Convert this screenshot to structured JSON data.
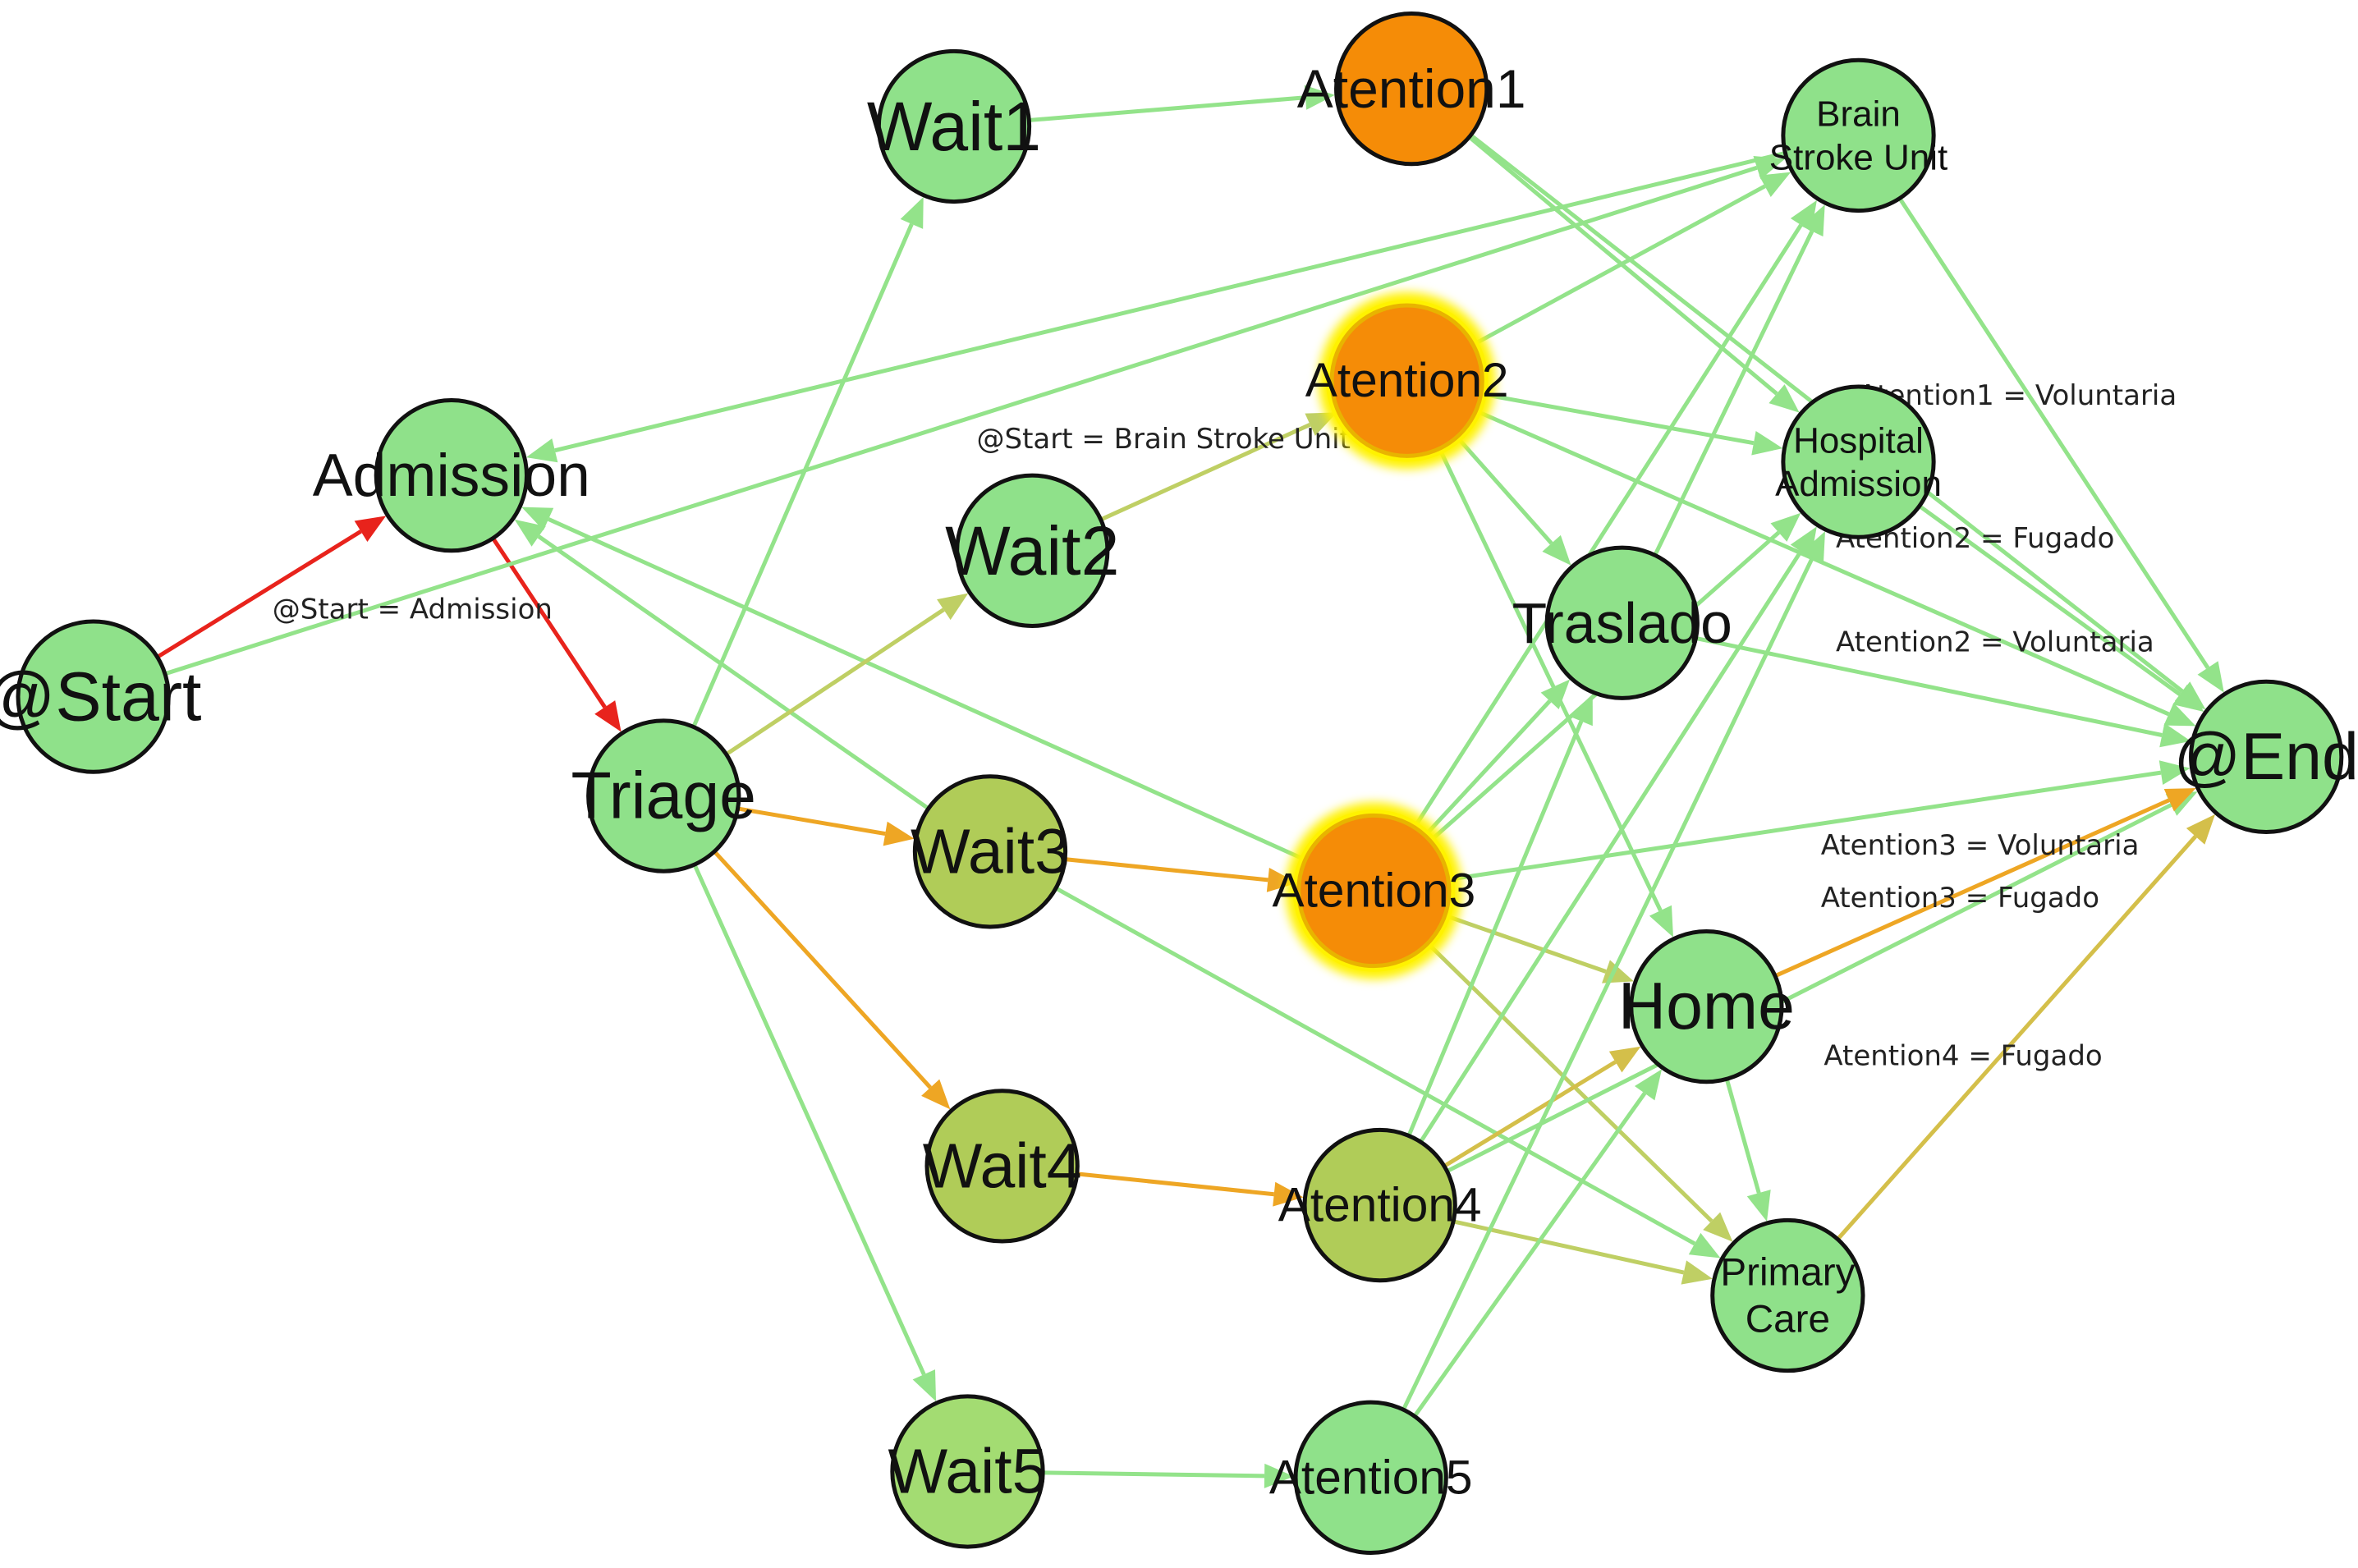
{
  "colors": {
    "node_light": "#8fe18a",
    "node_olive": "#b0cc58",
    "node_mid": "#a3dc72",
    "node_orange": "#f58c07",
    "highlight": "#fff200",
    "node_stroke": "#111111",
    "edge_green": "#93e38a",
    "edge_olive": "#bfcf64",
    "edge_orange": "#eea624",
    "edge_gold": "#d4bf4a",
    "edge_red": "#e8231c"
  },
  "nodes": [
    {
      "id": "start",
      "label": "@Start",
      "fill": "node_light"
    },
    {
      "id": "admission",
      "label": "Admission",
      "fill": "node_light"
    },
    {
      "id": "triage",
      "label": "Triage",
      "fill": "node_light"
    },
    {
      "id": "wait1",
      "label": "Wait1",
      "fill": "node_light"
    },
    {
      "id": "wait2",
      "label": "Wait2",
      "fill": "node_light"
    },
    {
      "id": "wait3",
      "label": "Wait3",
      "fill": "node_olive"
    },
    {
      "id": "wait4",
      "label": "Wait4",
      "fill": "node_olive"
    },
    {
      "id": "wait5",
      "label": "Wait5",
      "fill": "node_mid"
    },
    {
      "id": "atention1",
      "label": "Atention1",
      "fill": "node_orange"
    },
    {
      "id": "atention2",
      "label": "Atention2",
      "fill": "node_orange",
      "highlight": true
    },
    {
      "id": "atention3",
      "label": "Atention3",
      "fill": "node_orange",
      "highlight": true
    },
    {
      "id": "atention4",
      "label": "Atention4",
      "fill": "node_olive"
    },
    {
      "id": "atention5",
      "label": "Atention5",
      "fill": "node_light"
    },
    {
      "id": "brain",
      "label": "Brain Stroke Unit",
      "fill": "node_light"
    },
    {
      "id": "hospital",
      "label": "Hospital Admission",
      "fill": "node_light"
    },
    {
      "id": "traslado",
      "label": "Traslado",
      "fill": "node_light"
    },
    {
      "id": "home",
      "label": "Home",
      "fill": "node_light"
    },
    {
      "id": "primary",
      "label": "Primary Care",
      "fill": "node_light"
    },
    {
      "id": "end",
      "label": "@End",
      "fill": "node_light"
    }
  ],
  "edges": [
    {
      "from": "start",
      "to": "admission",
      "color": "edge_red"
    },
    {
      "from": "admission",
      "to": "triage",
      "color": "edge_red"
    },
    {
      "from": "start",
      "to": "brain",
      "color": "edge_green"
    },
    {
      "from": "brain",
      "to": "admission",
      "color": "edge_green"
    },
    {
      "from": "wait3",
      "to": "admission",
      "color": "edge_green"
    },
    {
      "from": "atention3",
      "to": "admission",
      "color": "edge_green"
    },
    {
      "from": "triage",
      "to": "wait1",
      "color": "edge_green"
    },
    {
      "from": "triage",
      "to": "wait2",
      "color": "edge_olive"
    },
    {
      "from": "triage",
      "to": "wait3",
      "color": "edge_orange"
    },
    {
      "from": "triage",
      "to": "wait4",
      "color": "edge_orange"
    },
    {
      "from": "triage",
      "to": "wait5",
      "color": "edge_green"
    },
    {
      "from": "wait1",
      "to": "atention1",
      "color": "edge_green"
    },
    {
      "from": "wait2",
      "to": "atention2",
      "color": "edge_olive"
    },
    {
      "from": "wait3",
      "to": "atention3",
      "color": "edge_orange"
    },
    {
      "from": "wait4",
      "to": "atention4",
      "color": "edge_orange"
    },
    {
      "from": "wait5",
      "to": "atention5",
      "color": "edge_green"
    },
    {
      "from": "wait3",
      "to": "primary",
      "color": "edge_green"
    },
    {
      "from": "atention1",
      "to": "end",
      "color": "edge_green"
    },
    {
      "from": "atention1",
      "to": "hospital",
      "color": "edge_green"
    },
    {
      "from": "atention2",
      "to": "brain",
      "color": "edge_green"
    },
    {
      "from": "atention2",
      "to": "hospital",
      "color": "edge_green"
    },
    {
      "from": "atention2",
      "to": "traslado",
      "color": "edge_green"
    },
    {
      "from": "atention2",
      "to": "home",
      "color": "edge_green"
    },
    {
      "from": "atention2",
      "to": "end",
      "color": "edge_green"
    },
    {
      "from": "atention3",
      "to": "brain",
      "color": "edge_green"
    },
    {
      "from": "atention3",
      "to": "hospital",
      "color": "edge_green"
    },
    {
      "from": "atention3",
      "to": "traslado",
      "color": "edge_green"
    },
    {
      "from": "atention3",
      "to": "home",
      "color": "edge_olive"
    },
    {
      "from": "atention3",
      "to": "primary",
      "color": "edge_olive"
    },
    {
      "from": "atention3",
      "to": "end",
      "color": "edge_green"
    },
    {
      "from": "atention4",
      "to": "home",
      "color": "edge_gold"
    },
    {
      "from": "atention4",
      "to": "primary",
      "color": "edge_olive"
    },
    {
      "from": "atention4",
      "to": "traslado",
      "color": "edge_green"
    },
    {
      "from": "atention4",
      "to": "hospital",
      "color": "edge_green"
    },
    {
      "from": "atention4",
      "to": "end",
      "color": "edge_green"
    },
    {
      "from": "atention5",
      "to": "home",
      "color": "edge_green"
    },
    {
      "from": "atention5",
      "to": "hospital",
      "color": "edge_green"
    },
    {
      "from": "traslado",
      "to": "brain",
      "color": "edge_green"
    },
    {
      "from": "traslado",
      "to": "end",
      "color": "edge_green"
    },
    {
      "from": "brain",
      "to": "end",
      "color": "edge_green"
    },
    {
      "from": "hospital",
      "to": "end",
      "color": "edge_green"
    },
    {
      "from": "home",
      "to": "end",
      "color": "edge_orange"
    },
    {
      "from": "home",
      "to": "primary",
      "color": "edge_green"
    },
    {
      "from": "primary",
      "to": "end",
      "color": "edge_gold"
    }
  ],
  "edge_labels": [
    {
      "id": "lbl-start-admission",
      "text": "@Start = Admission"
    },
    {
      "id": "lbl-start-brain",
      "text": "@Start = Brain Stroke Unit"
    },
    {
      "id": "lbl-at1-voluntaria",
      "text": "Atention1 = Voluntaria"
    },
    {
      "id": "lbl-at2-fugado",
      "text": "Atention2 = Fugado"
    },
    {
      "id": "lbl-at2-voluntaria",
      "text": "Atention2 = Voluntaria"
    },
    {
      "id": "lbl-at3-voluntaria",
      "text": "Atention3 = Voluntaria"
    },
    {
      "id": "lbl-at3-fugado",
      "text": "Atention3 = Fugado"
    },
    {
      "id": "lbl-at4-fugado",
      "text": "Atention4 = Fugado"
    }
  ]
}
